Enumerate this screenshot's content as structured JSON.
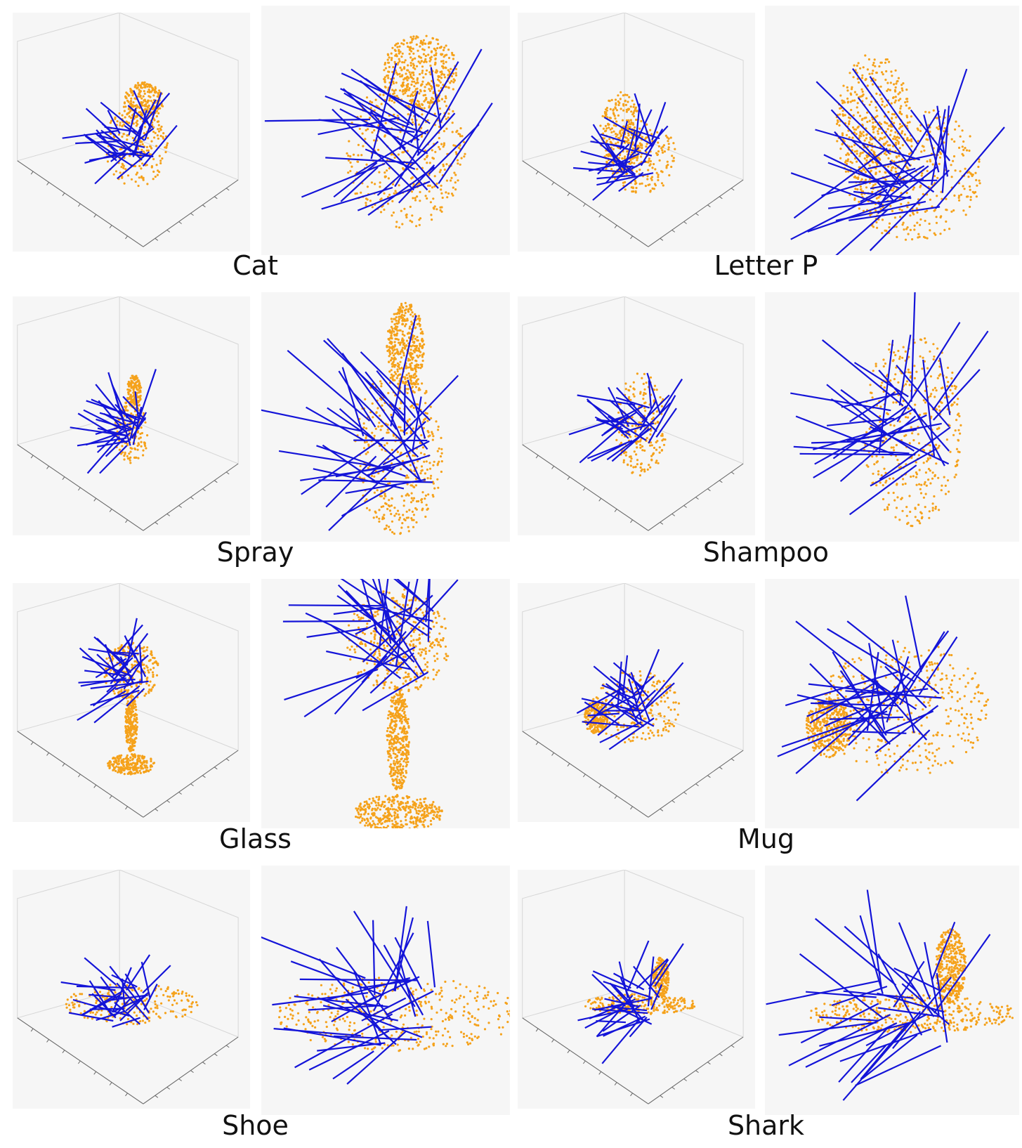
{
  "colors": {
    "points": "#f5a21b",
    "grasps": "#1414d8",
    "panel_bg": "#f6f6f6",
    "axis": "#666666"
  },
  "cells": [
    {
      "caption": "Cat"
    },
    {
      "caption": "Letter P"
    },
    {
      "caption": "Spray"
    },
    {
      "caption": "Shampoo"
    },
    {
      "caption": "Glass"
    },
    {
      "caption": "Mug"
    },
    {
      "caption": "Shoe"
    },
    {
      "caption": "Shark"
    }
  ]
}
